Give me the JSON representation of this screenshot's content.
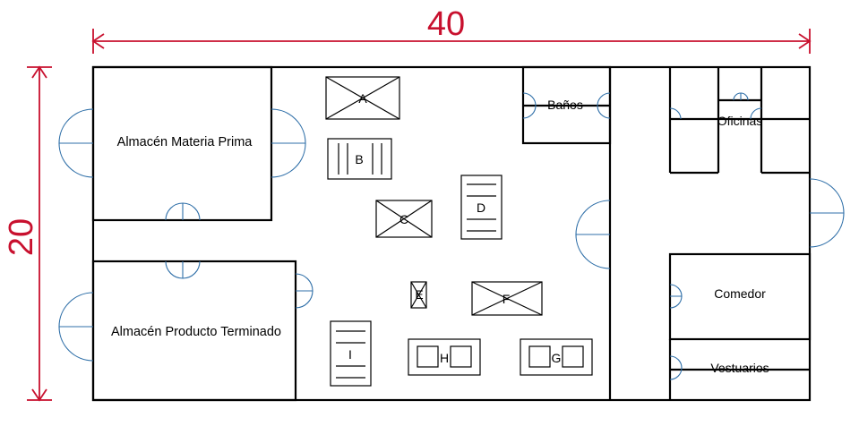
{
  "dimensions": {
    "width": "40",
    "height": "20"
  },
  "rooms": {
    "almacen_mp": "Almacén Materia Prima",
    "almacen_pt": "Almacén Producto Terminado",
    "banos": "Baños",
    "oficinas": "Oficinas",
    "comedor": "Comedor",
    "vestuarios": "Vestuarios"
  },
  "machines": {
    "a": "A",
    "b": "B",
    "c": "C",
    "d": "D",
    "e": "E",
    "f": "F",
    "g": "G",
    "h": "H",
    "i": "I"
  },
  "colors": {
    "dimension": "#c8102e",
    "door": "#2f6fa8",
    "wall": "#000000"
  }
}
